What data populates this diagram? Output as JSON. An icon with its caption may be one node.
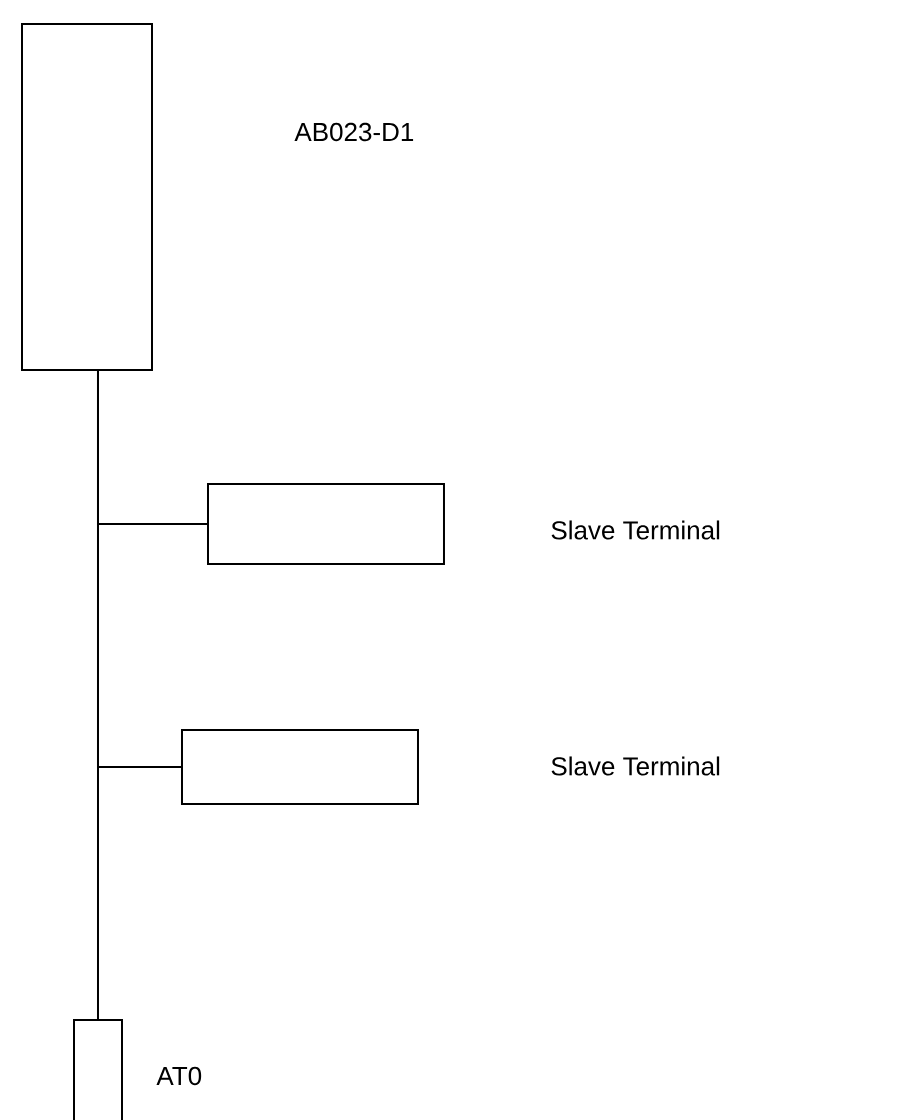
{
  "diagram": {
    "nodes": [
      {
        "text": [],
        "shape": "box"
      },
      {
        "text": [],
        "shape": "box"
      },
      {
        "text": [],
        "shape": "box"
      },
      {
        "text": [],
        "shape": "box",
        "beside": [
          "AT0"
        ]
      }
    ],
    "edges": [
      {
        "from": 0,
        "to": 1,
        "arrow": "none"
      },
      {
        "from": 0,
        "to": 2,
        "arrow": "none"
      },
      {
        "from": 0,
        "to": 3,
        "arrow": "none"
      }
    ],
    "labels": [
      "AB023-D1",
      "Slave Terminal",
      "Slave Terminal"
    ]
  }
}
